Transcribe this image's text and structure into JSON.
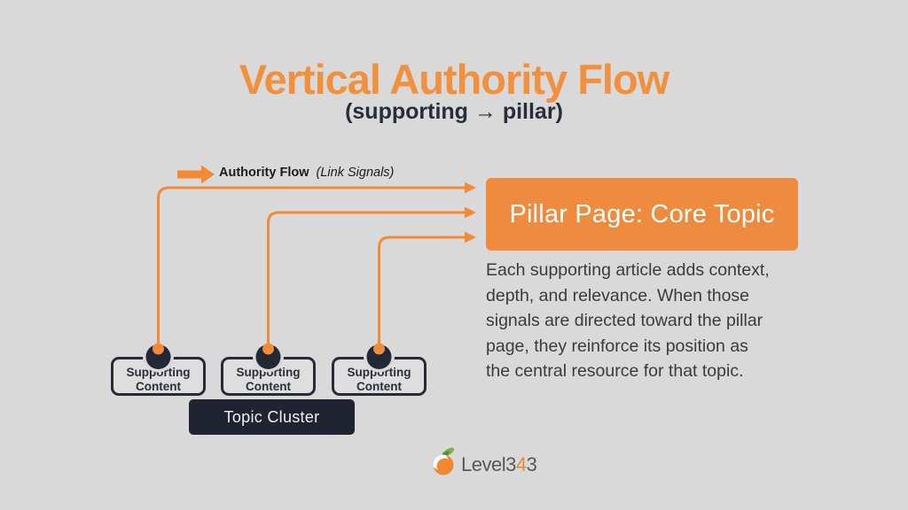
{
  "colors": {
    "background": "#d9d9d9",
    "orange_accent": "#f28a38",
    "pillar_bg": "#ef8b3e",
    "dark_navy": "#232836",
    "topic_cluster_bg": "#1f2430",
    "paragraph_text": "#3b3b3b"
  },
  "title": {
    "text": "Vertical Authority Flow"
  },
  "subtitle": {
    "text": "(supporting → pillar)"
  },
  "legend": {
    "bold": "Authority Flow",
    "italic": "(Link Signals)"
  },
  "pillar": {
    "label": "Pillar Page: Core Topic"
  },
  "description": {
    "lines": [
      "Each supporting article adds context,",
      "depth, and relevance. When those",
      "signals are directed toward the pillar",
      "page, they reinforce its position as",
      "the central resource for that topic."
    ]
  },
  "supporting": {
    "items": [
      {
        "label": "Supporting Content"
      },
      {
        "label": "Supporting Content"
      },
      {
        "label": "Supporting Content"
      }
    ]
  },
  "topic_cluster": {
    "label": "Topic Cluster"
  },
  "logo": {
    "prefix": "Level3",
    "accent": "4",
    "suffix": "3"
  }
}
